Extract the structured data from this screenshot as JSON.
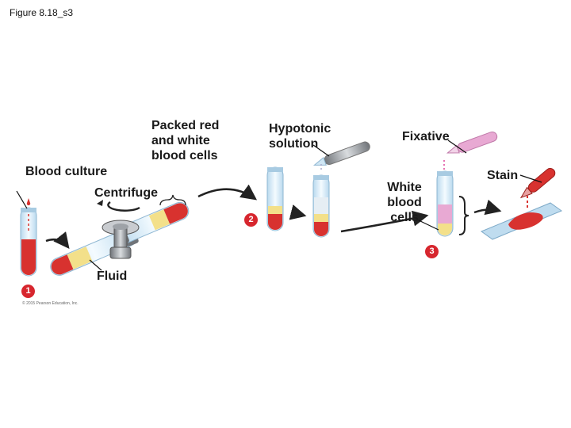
{
  "figure": {
    "title": "Figure 8.18_s3",
    "credit": "© 2015 Pearson Education, Inc."
  },
  "labels": {
    "blood_culture": "Blood culture",
    "centrifuge": "Centrifuge",
    "packed_cells": "Packed red and white blood cells",
    "fluid": "Fluid",
    "hypotonic": "Hypotonic solution",
    "fixative": "Fixative",
    "white_blood_cells": "White blood cells",
    "stain": "Stain"
  },
  "steps": [
    "1",
    "2",
    "3"
  ],
  "colors": {
    "blood": "#d8322f",
    "pale_yellow": "#f3e08a",
    "tube_blue": "#cfe6f4",
    "fixative_pink": "#e8a9d3",
    "badge": "#d7262e",
    "slide_blue": "#bfdcef"
  }
}
